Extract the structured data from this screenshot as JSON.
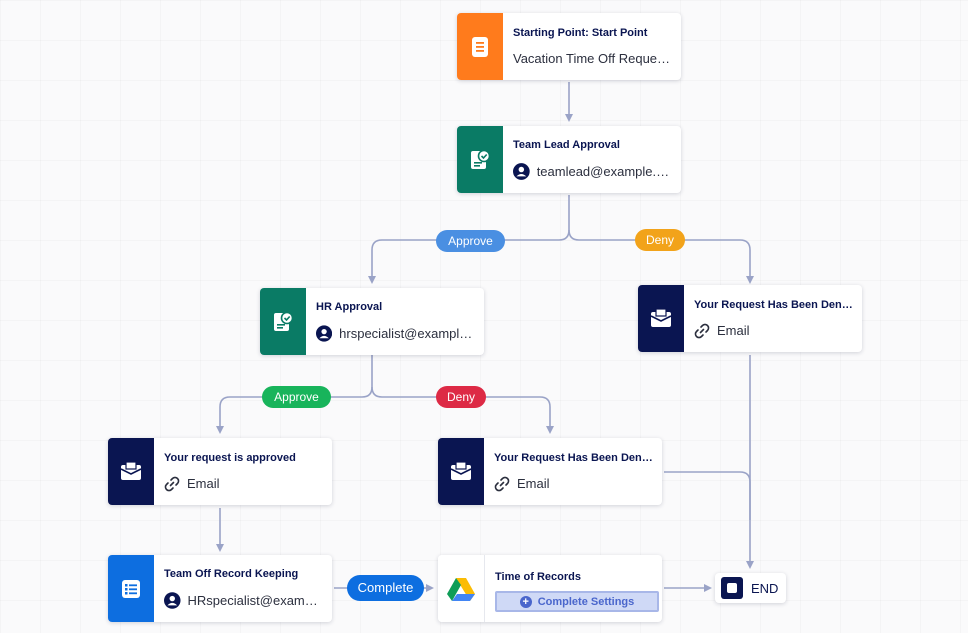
{
  "nodes": {
    "start": {
      "title": "Starting Point: Start Point",
      "subtitle": "Vacation Time Off Request…",
      "icon": "form-icon",
      "color": "#ff7b1c"
    },
    "team_lead": {
      "title": "Team Lead Approval",
      "subtitle": "teamlead@example.c…",
      "icon": "approval-icon",
      "color": "#0a7b65"
    },
    "hr_approval": {
      "title": "HR Approval",
      "subtitle": "hrspecialist@example.…",
      "icon": "approval-icon",
      "color": "#0a7b65"
    },
    "denied_top": {
      "title": "Your Request Has Been Deni…",
      "subtitle": "Email",
      "icon": "email-icon",
      "color": "#0a1551"
    },
    "approved": {
      "title": "Your request is approved",
      "subtitle": "Email",
      "icon": "email-icon",
      "color": "#0a1551"
    },
    "denied_hr": {
      "title": "Your Request Has Been Deni…",
      "subtitle": "Email",
      "icon": "email-icon",
      "color": "#0a1551"
    },
    "record_keeping": {
      "title": "Team Off Record Keeping",
      "subtitle": "HRspecialist@exampl…",
      "icon": "list-icon",
      "color": "#0d6ee0"
    },
    "time_records": {
      "title": "Time of Records",
      "button": "Complete Settings",
      "icon": "google-drive-icon"
    },
    "end": {
      "label": "END"
    }
  },
  "edge_labels": {
    "approve_1": "Approve",
    "deny_1": "Deny",
    "approve_2": "Approve",
    "deny_2": "Deny",
    "complete": "Complete"
  },
  "colors": {
    "connector": "#9aa3c7",
    "approve_blue": "#4a8fe2",
    "approve_green": "#18b45b",
    "deny_orange": "#f2a31a",
    "deny_red": "#dd2a45"
  }
}
